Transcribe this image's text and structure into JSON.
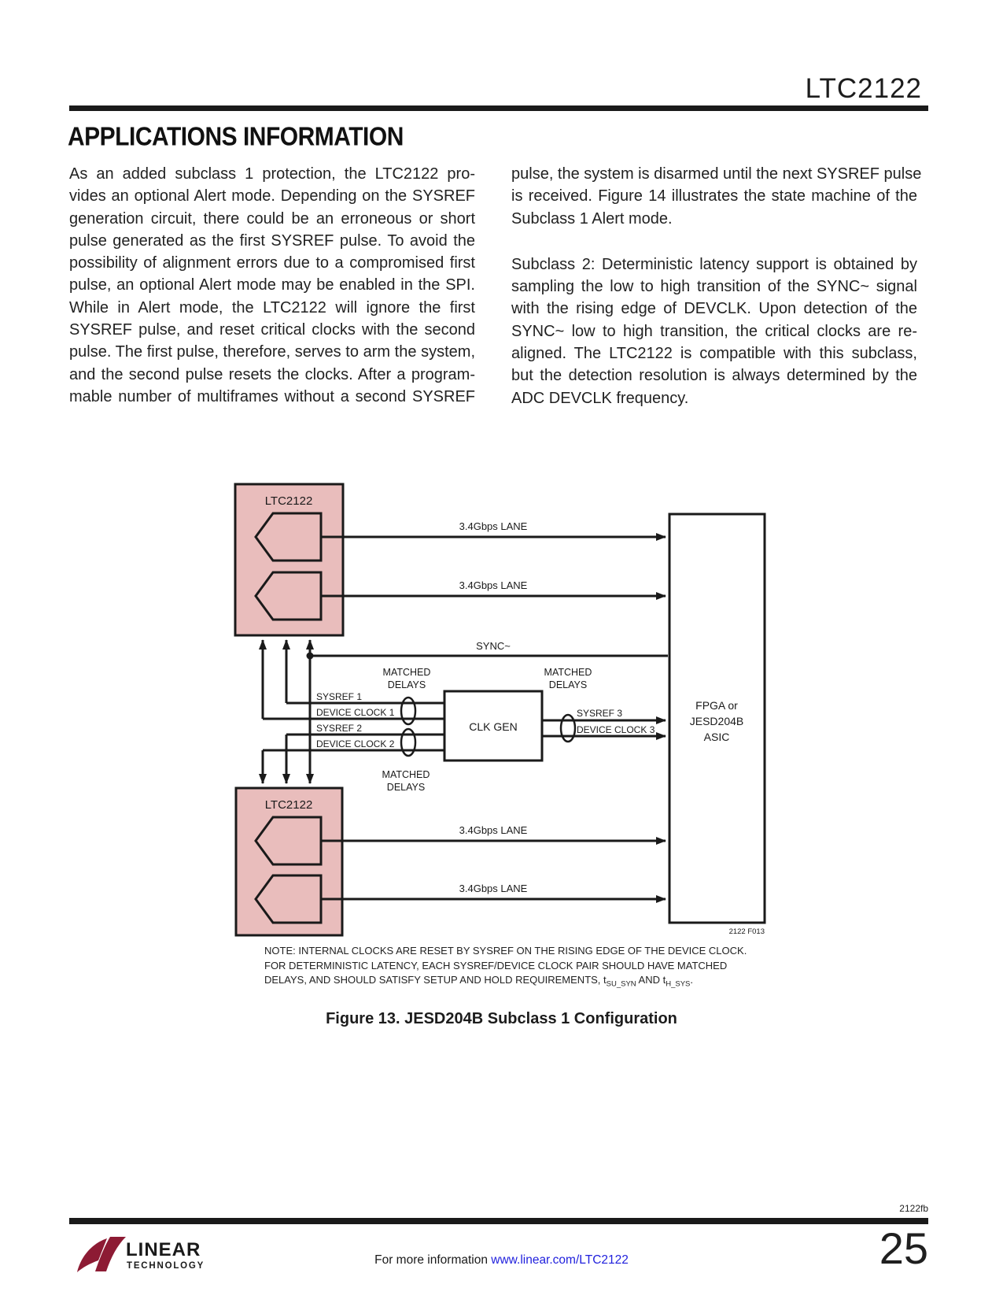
{
  "header": {
    "part_number": "LTC2122",
    "section_title": "APPLICATIONS INFORMATION"
  },
  "columns": {
    "left": {
      "lines": [
        "As an added subclass 1 protection, the LTC2122 pro-",
        "vides an optional Alert mode. Depending on the SYSREF",
        "generation circuit, there could be an erroneous or short",
        "pulse generated as the first SYSREF pulse. To avoid the",
        "possibility of alignment errors due to a compromised first",
        "pulse, an optional Alert mode may be enabled in the SPI.",
        "While in Alert mode, the LTC2122 will ignore the first",
        "SYSREF pulse, and reset critical clocks with the second",
        "pulse. The first pulse, therefore, serves to arm the system,",
        "and the second pulse resets the clocks. After a program-",
        "mable number of multiframes without a second SYSREF"
      ]
    },
    "right": {
      "para1": [
        "pulse, the system is disarmed until the next SYSREF pulse",
        "is received. Figure 14 illustrates the state machine of the",
        "Subclass 1 Alert mode."
      ],
      "para2": [
        "Subclass 2: Deterministic latency support is obtained by",
        "sampling the low to high transition of the SYNC~ signal",
        "with the rising edge of DEVCLK. Upon detection of the",
        "SYNC~ low to high transition, the critical clocks are re-",
        "aligned. The LTC2122 is compatible with this subclass,",
        "but the detection resolution is always determined by the",
        "ADC DEVCLK frequency."
      ]
    }
  },
  "diagram": {
    "adc_top_label": "LTC2122",
    "adc_bottom_label": "LTC2122",
    "lane_label": "3.4Gbps LANE",
    "sync_label": "SYNC~",
    "matched_word1": "MATCHED",
    "matched_word2": "DELAYS",
    "sysref1": "SYSREF 1",
    "device_clock1": "DEVICE CLOCK 1",
    "sysref2": "SYSREF 2",
    "device_clock2": "DEVICE CLOCK 2",
    "sysref3": "SYSREF 3",
    "device_clock3": "DEVICE CLOCK 3",
    "clk_gen": "CLK GEN",
    "fpga_line1": "FPGA or",
    "fpga_line2": "JESD204B",
    "fpga_line3": "ASIC",
    "figure_code": "2122 F013"
  },
  "note": {
    "line1": "NOTE: INTERNAL CLOCKS ARE RESET BY SYSREF ON THE RISING EDGE OF THE DEVICE CLOCK.",
    "line2": "FOR DETERMINISTIC LATENCY, EACH SYSREF/DEVICE CLOCK PAIR SHOULD HAVE MATCHED",
    "line3_pre": "DELAYS, AND SHOULD SATISFY SETUP AND HOLD REQUIREMENTS, t",
    "line3_sub1": "SU_SYN",
    "line3_mid": " AND t",
    "line3_sub2": "H_SYS",
    "line3_end": "."
  },
  "figure": {
    "caption": "Figure 13. JESD204B Subclass 1 Configuration"
  },
  "footer": {
    "doc_code": "2122fb",
    "info_text": "For more information ",
    "link": "www.linear.com/LTC2122",
    "page_number": "25",
    "logo_line1": "LINEAR",
    "logo_line2": "TECHNOLOGY"
  },
  "colors": {
    "block_pink": "#e9bdbc",
    "ink": "#1a1a1a",
    "logo_red": "#8d1b34",
    "link_blue": "#2121dd"
  }
}
